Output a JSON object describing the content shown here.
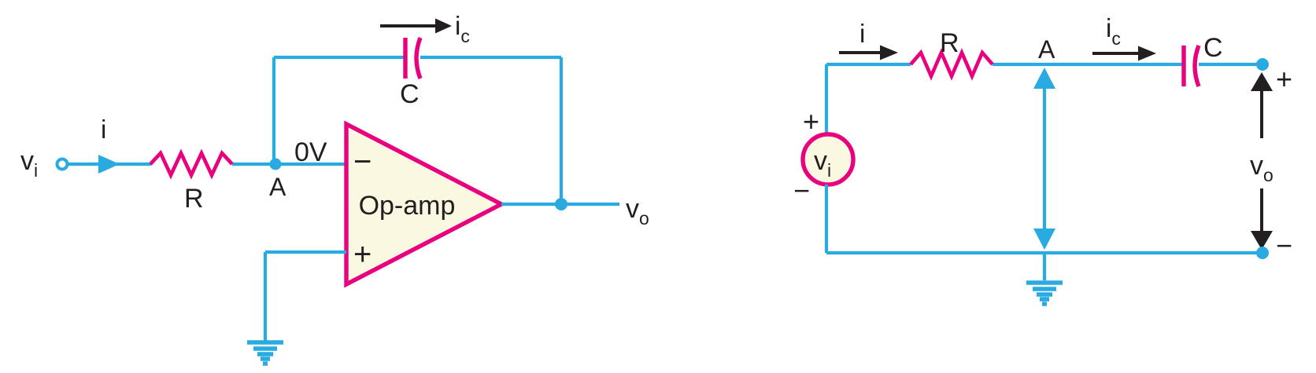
{
  "colors": {
    "wire": "#29ABE2",
    "component": "#E8007E",
    "device_fill": "#FBF8E1",
    "text": "#231F20"
  },
  "left_circuit": {
    "input_voltage": {
      "main": "v",
      "sub": "i"
    },
    "input_current": "i",
    "resistor": "R",
    "node": "A",
    "virtual_ground": "0V",
    "inverting_input": "−",
    "noninverting_input": "+",
    "opamp": "Op-amp",
    "cap_current": {
      "main": "i",
      "sub": "c"
    },
    "capacitor": "C",
    "output_voltage": {
      "main": "v",
      "sub": "o"
    }
  },
  "right_circuit": {
    "source_voltage": {
      "main": "v",
      "sub": "i"
    },
    "source_plus": "+",
    "source_minus": "−",
    "current": "i",
    "resistor": "R",
    "node": "A",
    "cap_current": {
      "main": "i",
      "sub": "c"
    },
    "capacitor": "C",
    "output_plus": "+",
    "output_minus": "−",
    "output_voltage": {
      "main": "v",
      "sub": "o"
    }
  }
}
